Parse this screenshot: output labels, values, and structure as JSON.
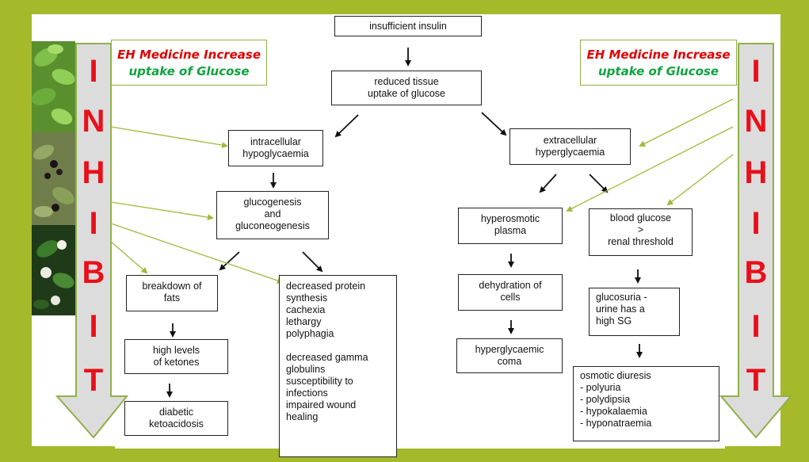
{
  "colors": {
    "background": "#a5b92a",
    "inhibit_letters": "#e8101a",
    "eh_line1": "#e00000",
    "eh_line2": "#11a240",
    "green_arrows": "#9bbb3a"
  },
  "eh_left": {
    "line1": "EH Medicine Increase",
    "line2": "uptake of Glucose"
  },
  "eh_right": {
    "line1": "EH Medicine Increase",
    "line2": "uptake of Glucose"
  },
  "inhibit_left": [
    "I",
    "N",
    "H",
    "I",
    "B",
    "I",
    "T"
  ],
  "inhibit_right": [
    "I",
    "N",
    "H",
    "I",
    "B",
    "I",
    "T"
  ],
  "photos": {
    "icons": [
      "green-leaves-photo",
      "berries-photo",
      "white-flower-photo"
    ]
  },
  "nodes": {
    "insufficient_insulin": "insufficient insulin",
    "reduced_tissue": "reduced tissue\nuptake of glucose",
    "intracellular": "intracellular\nhypoglycaemia",
    "extracellular": "extracellular\nhyperglycaemia",
    "glucogenesis": "glucogenesis\nand\ngluconeogenesis",
    "breakdown_fats": "breakdown of\nfats",
    "high_ketones": "high levels\nof ketones",
    "diabetic_keto": "diabetic\nketoacidosis",
    "decreased_protein": "decreased protein\nsynthesis\n cachexia\n lethargy\n polyphagia\n\ndecreased gamma\nglobulins\n susceptibility to\ninfections\n impaired wound\nhealing",
    "hyperosmotic": "hyperosmotic\nplasma",
    "dehydration": "dehydration of\ncells",
    "hyperglycaemic_coma": "hyperglycaemic\ncoma",
    "blood_glucose": "blood glucose\n>\nrenal threshold",
    "glucosuria": "glucosuria -\nurine has a\nhigh SG",
    "osmotic_diuresis": "osmotic diuresis\n- polyuria\n- polydipsia\n- hypokalaemia\n- hyponatraemia"
  }
}
